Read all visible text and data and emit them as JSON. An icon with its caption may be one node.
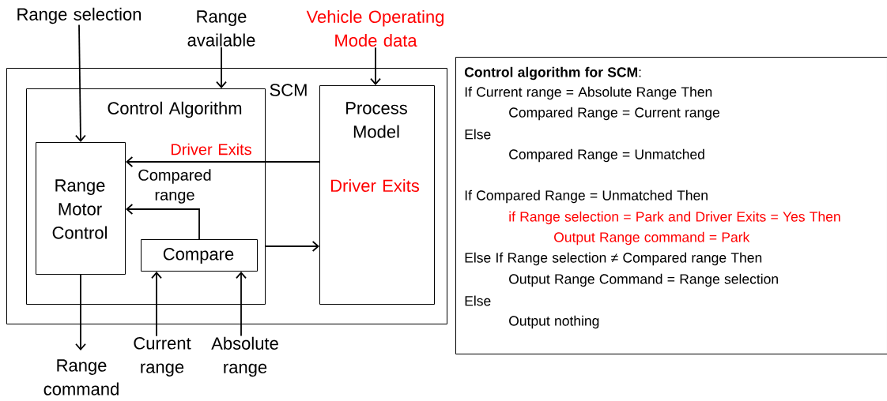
{
  "diagram": {
    "nodes": [
      {
        "text": [
          "SCM"
        ]
      },
      {
        "text": [
          "Control Algorithm"
        ],
        "in": 0
      },
      {
        "text": [
          "Range Motor Control"
        ],
        "in": 1
      },
      {
        "text": [
          "Compare"
        ],
        "in": 1
      },
      {
        "text": [
          "Process Model",
          "Driver Exits"
        ],
        "in": 0
      },
      {
        "text": [
          "Range selection"
        ]
      },
      {
        "text": [
          "Range available"
        ]
      },
      {
        "text": [
          "Vehicle Operating Mode data"
        ]
      },
      {
        "text": [
          "Range command"
        ]
      },
      {
        "text": [
          "Current range"
        ]
      },
      {
        "text": [
          "Absolute range"
        ]
      },
      {
        "text": [
          "**Control algorithm for SCM**:",
          "If Current range = Absolute Range Then",
          "Compared Range = Current range",
          "Else",
          "Compared Range = Unmatched",
          "If Compared Range = Unmatched Then",
          "if Range selection = Park and Driver Exits = Yes Then",
          "Output Range command = Park",
          "Else If Range selection  ≠ Compared range Then",
          "Output Range Command = Range selection",
          "Else",
          "Output nothing"
        ]
      }
    ],
    "edges": [
      {
        "from": 5,
        "to": 2,
        "arrow": "to"
      },
      {
        "from": 6,
        "to": 1,
        "arrow": "to"
      },
      {
        "from": 7,
        "to": 4,
        "arrow": "to"
      },
      {
        "from": 4,
        "to": 2,
        "arrow": "to",
        "label": "Driver Exits"
      },
      {
        "from": 3,
        "to": 2,
        "arrow": "to",
        "label": "Compared range"
      },
      {
        "from": 1,
        "to": 4,
        "arrow": "to"
      },
      {
        "from": 2,
        "to": 8,
        "arrow": "to"
      },
      {
        "from": 9,
        "to": 3,
        "arrow": "to"
      },
      {
        "from": 10,
        "to": 3,
        "arrow": "to"
      }
    ]
  }
}
